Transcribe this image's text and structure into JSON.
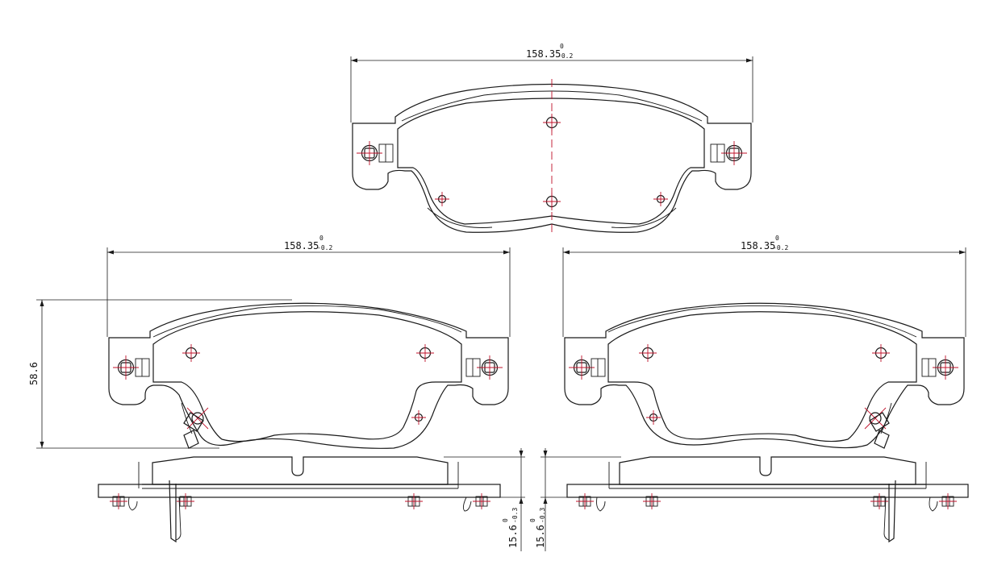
{
  "dimensions": {
    "top_width": {
      "value": "158.35",
      "upper_tol": "0",
      "lower_tol": "-0.2"
    },
    "left_width": {
      "value": "158.35",
      "upper_tol": "0",
      "lower_tol": "-0.2"
    },
    "right_width": {
      "value": "158.35",
      "upper_tol": "0",
      "lower_tol": "-0.2"
    },
    "height": {
      "value": "58.6"
    },
    "thickness_left": {
      "value": "15.6",
      "upper_tol": "0",
      "lower_tol": "-0.3"
    },
    "thickness_right": {
      "value": "15.6",
      "upper_tol": "0",
      "lower_tol": "-0.3"
    }
  },
  "colors": {
    "outline": "#1a1a1a",
    "centerline": "#c0102a",
    "background": "#ffffff"
  }
}
